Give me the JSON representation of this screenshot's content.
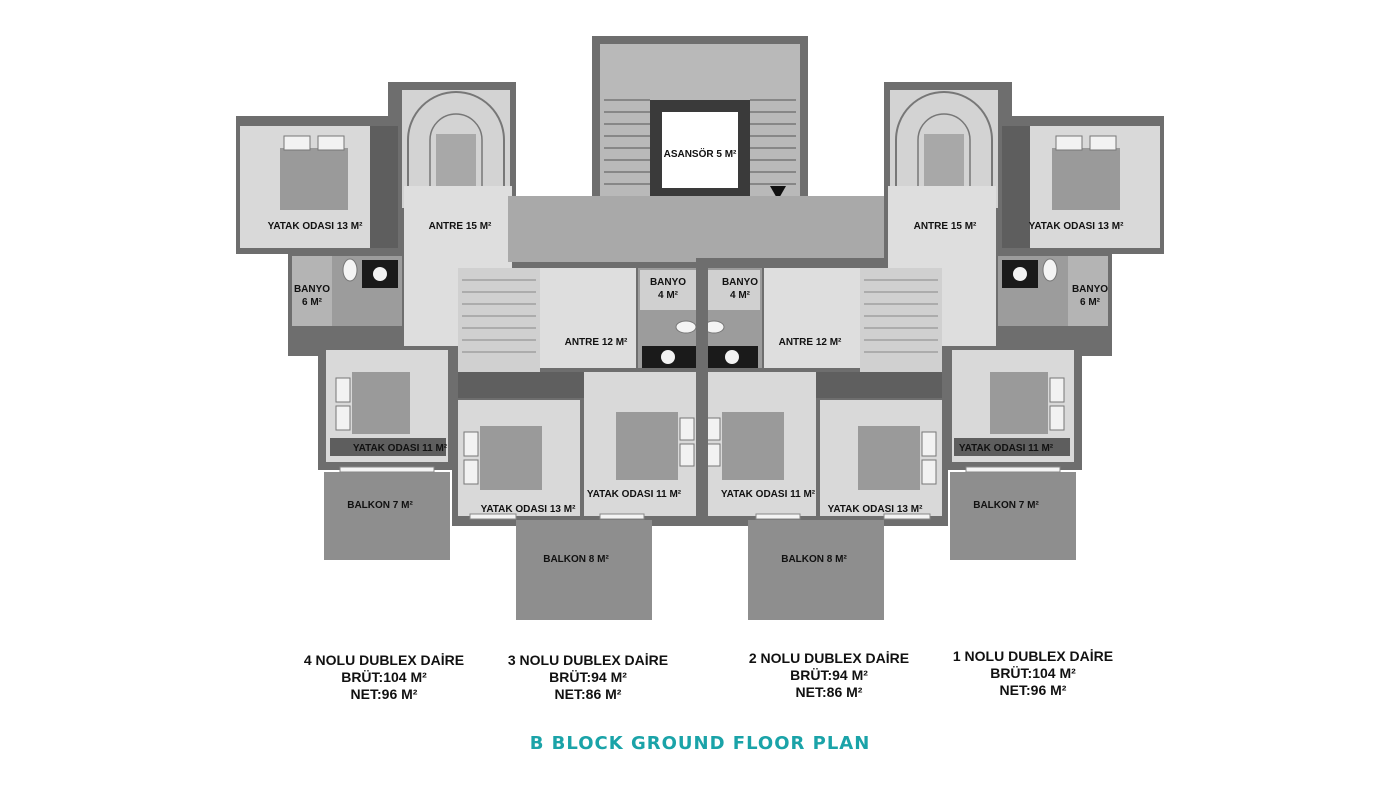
{
  "rooms": {
    "asansor": "ASANSÖR 5 M²",
    "yatak_13_left": "YATAK ODASI 13 M²",
    "yatak_13_right": "YATAK ODASI 13 M²",
    "antre_15_left": "ANTRE 15 M²",
    "antre_15_right": "ANTRE 15 M²",
    "banyo_6_left_1": "BANYO",
    "banyo_6_left_2": "6 M²",
    "banyo_6_right_1": "BANYO",
    "banyo_6_right_2": "6 M²",
    "banyo_4_left_1": "BANYO",
    "banyo_4_left_2": "4 M²",
    "banyo_4_right_1": "BANYO",
    "banyo_4_right_2": "4 M²",
    "antre_12_left": "ANTRE 12 M²",
    "antre_12_right": "ANTRE 12 M²",
    "yatak_11_far_left": "YATAK ODASI 11 M²",
    "yatak_11_far_right": "YATAK ODASI 11 M²",
    "yatak_13_mid_left": "YATAK ODASI 13 M²",
    "yatak_11_mid_left": "YATAK ODASI 11 M²",
    "yatak_11_mid_right": "YATAK ODASI 11 M²",
    "yatak_13_mid_right": "YATAK ODASI 13 M²",
    "balkon_7_left": "BALKON 7 M²",
    "balkon_7_right": "BALKON 7 M²",
    "balkon_8_left": "BALKON 8 M²",
    "balkon_8_right": "BALKON 8 M²"
  },
  "apartments": [
    {
      "name": "4 NOLU DUBLEX DAİRE",
      "brut": "BRÜT:104 M²",
      "net": "NET:96 M²"
    },
    {
      "name": "3 NOLU DUBLEX DAİRE",
      "brut": "BRÜT:94 M²",
      "net": "NET:86 M²"
    },
    {
      "name": "2 NOLU DUBLEX DAİRE",
      "brut": "BRÜT:94 M²",
      "net": "NET:86 M²"
    },
    {
      "name": "1 NOLU DUBLEX DAİRE",
      "brut": "BRÜT:104 M²",
      "net": "NET:96 M²"
    }
  ],
  "title": "B BLOCK GROUND FLOOR PLAN",
  "colors": {
    "wall": "#6e6e6e",
    "floor_light": "#dcdcdc",
    "floor_tile": "#a9a9a9",
    "balcony": "#8e8e8e",
    "wood": "#5f5f5f",
    "title": "#1aa3a8"
  }
}
